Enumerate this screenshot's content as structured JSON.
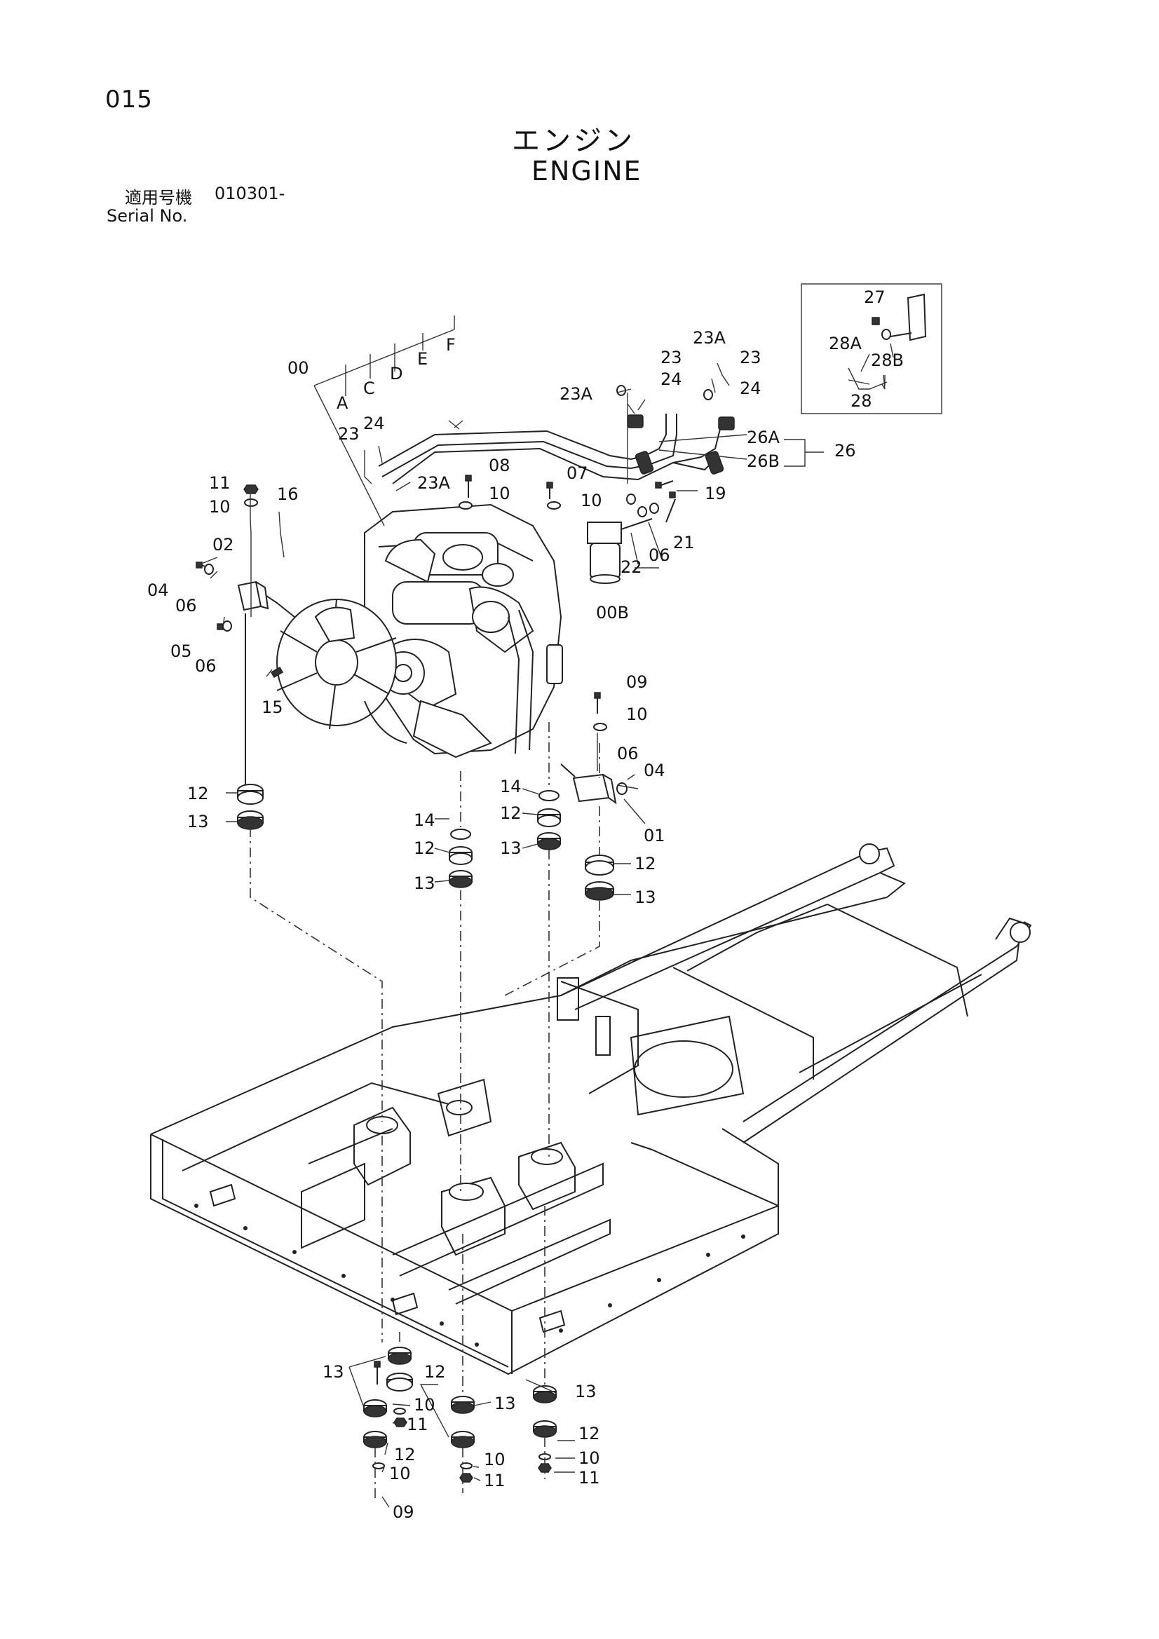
{
  "page": {
    "number": "015",
    "title_jp": "エンジン",
    "title_en": "ENGINE",
    "serial_label_jp": "適用号機",
    "serial_value": "010301-",
    "serial_label_en": "Serial No."
  },
  "callouts": {
    "c00": "00",
    "cA": "A",
    "cC": "C",
    "cD": "D",
    "cE": "E",
    "cF": "F",
    "c23a": "23",
    "c24a": "24",
    "c23Aa": "23A",
    "c08": "08",
    "c10a": "10",
    "c07": "07",
    "c10b": "10",
    "c11a": "11",
    "c10c": "10",
    "c16": "16",
    "c02": "02",
    "c04a": "04",
    "c06a": "06",
    "c05": "05",
    "c06b": "06",
    "c15": "15",
    "c23Ab": "23A",
    "c23b": "23",
    "c24b": "24",
    "c23Ac": "23A",
    "c23c": "23",
    "c24c": "24",
    "c26A": "26A",
    "c26B": "26B",
    "c26": "26",
    "c19": "19",
    "c21": "21",
    "c22": "22",
    "c06c": "06",
    "c00B": "00B",
    "c27": "27",
    "c28A": "28A",
    "c28B": "28B",
    "c28": "28",
    "c09a": "09",
    "c10d": "10",
    "c06d": "06",
    "c04b": "04",
    "c01": "01",
    "c12a": "12",
    "c13a": "13",
    "c14a": "14",
    "c12b": "12",
    "c13b": "13",
    "c14b": "14",
    "c12c": "12",
    "c13c": "13",
    "c12d": "12",
    "c13d": "13",
    "c13e": "13",
    "c12e": "12",
    "c10e": "10",
    "c11b": "11",
    "c12f": "12",
    "c10f": "10",
    "c09b": "09",
    "c13f": "13",
    "c10g": "10",
    "c11c": "11",
    "c13g": "13",
    "c12g": "12",
    "c10h": "10",
    "c11d": "11"
  },
  "icons": [
    "engine-assembly-icon",
    "frame-icon",
    "mount-rubber-icon",
    "bolt-icon",
    "washer-icon",
    "nut-icon",
    "hose-icon",
    "filter-icon",
    "bracket-icon"
  ]
}
